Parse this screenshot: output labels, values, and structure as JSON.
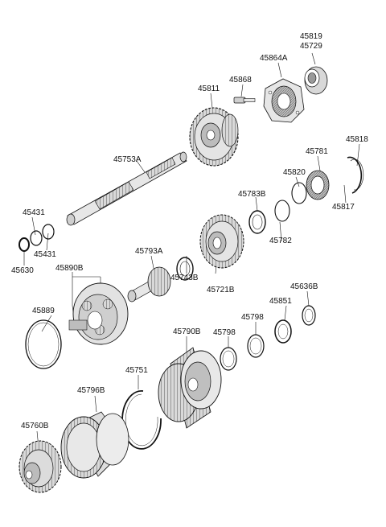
{
  "diagram": {
    "labels": {
      "p45819": "45819",
      "p45729": "45729",
      "p45864A": "45864A",
      "p45868": "45868",
      "p45811": "45811",
      "p45753A": "45753A",
      "p45818": "45818",
      "p45781": "45781",
      "p45820": "45820",
      "p45783B": "45783B",
      "p45817": "45817",
      "p45782": "45782",
      "p45431a": "45431",
      "p45431b": "45431",
      "p45630": "45630",
      "p45890B": "45890B",
      "p45793A": "45793A",
      "p45743B": "45743B",
      "p45721B": "45721B",
      "p45889": "45889",
      "p45636B": "45636B",
      "p45851": "45851",
      "p45798a": "45798",
      "p45798b": "45798",
      "p45790B": "45790B",
      "p45751": "45751",
      "p45796B": "45796B",
      "p45760B": "45760B"
    }
  }
}
